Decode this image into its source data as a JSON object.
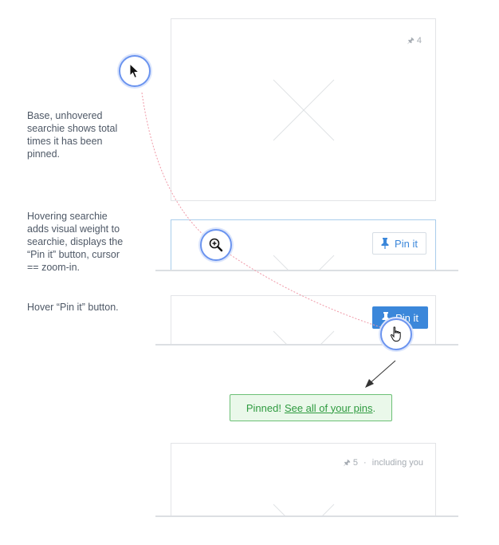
{
  "annotations": [
    "Base, unhovered searchie shows total times it has been pinned.",
    "Hovering searchie adds visual weight to searchie, displays the “Pin it” button, cursor == zoom-in.",
    "Hover “Pin it” button."
  ],
  "annotation_lines": {
    "base": [
      "Base, unhovered",
      "searchie shows total",
      "times it has been",
      "pinned."
    ],
    "hover": [
      "Hovering searchie",
      "adds visual weight to",
      "searchie, displays the",
      "“Pin it” button, cursor",
      "== zoom-in."
    ],
    "button_hover": [
      "Hover “Pin it” button."
    ]
  },
  "cards": {
    "base": {
      "pin_count": "4"
    },
    "pinned": {
      "pin_count": "5",
      "separator": "·",
      "extra": "including you"
    }
  },
  "pin_button": {
    "label": "Pin it"
  },
  "toast": {
    "prefix": "Pinned!",
    "link": "See all of your pins",
    "suffix": "."
  },
  "icons": {
    "arrow-cursor": "arrow-cursor-icon",
    "zoom-in-cursor": "zoom-in-icon",
    "hand-cursor": "hand-pointer-icon",
    "pin": "pushpin-icon",
    "placeholder": "x-placeholder-icon"
  },
  "colors": {
    "accent_blue": "#3b87da",
    "success_green": "#2f9b40",
    "success_bg": "#eaf8ea",
    "cursor_ring": "#6b94ef",
    "card_border": "#e2e4e7",
    "dashed_path": "#f09aa8"
  }
}
